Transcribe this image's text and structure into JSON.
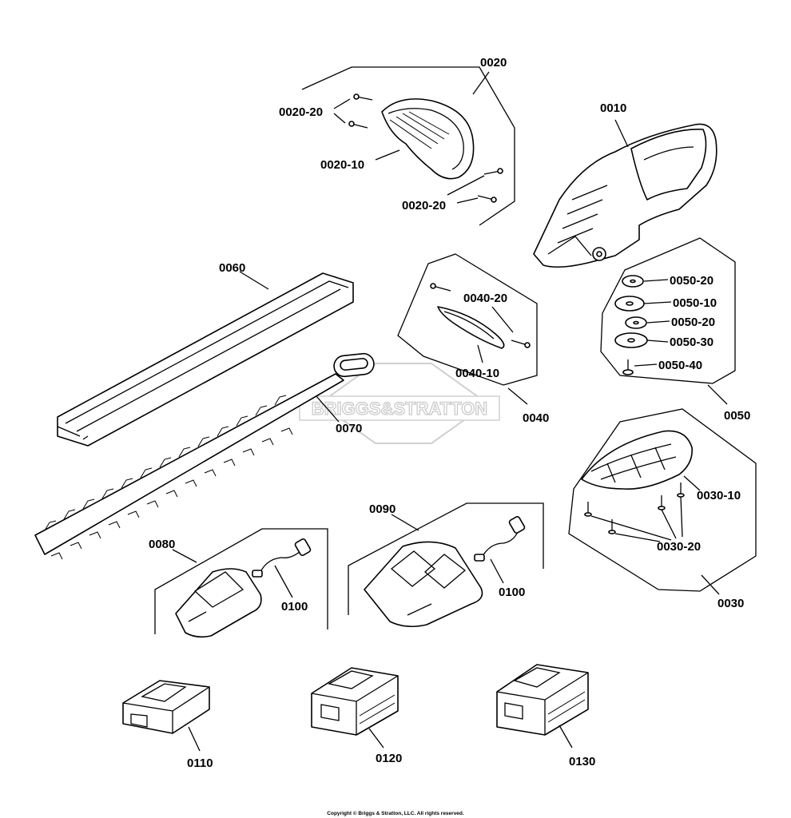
{
  "labels": {
    "p0010": "0010",
    "p0020": "0020",
    "p0020_20a": "0020-20",
    "p0020_10": "0020-10",
    "p0020_20b": "0020-20",
    "p0030": "0030",
    "p0030_10": "0030-10",
    "p0030_20": "0030-20",
    "p0040": "0040",
    "p0040_10": "0040-10",
    "p0040_20": "0040-20",
    "p0050": "0050",
    "p0050_10": "0050-10",
    "p0050_20a": "0050-20",
    "p0050_20b": "0050-20",
    "p0050_30": "0050-30",
    "p0050_40": "0050-40",
    "p0060": "0060",
    "p0070": "0070",
    "p0080": "0080",
    "p0090": "0090",
    "p0100a": "0100",
    "p0100b": "0100",
    "p0110": "0110",
    "p0120": "0120",
    "p0130": "0130"
  },
  "watermark": "BRIGGS&STRATTON",
  "copyright": "Copyright © Briggs & Stratton, LLC. All rights reserved."
}
